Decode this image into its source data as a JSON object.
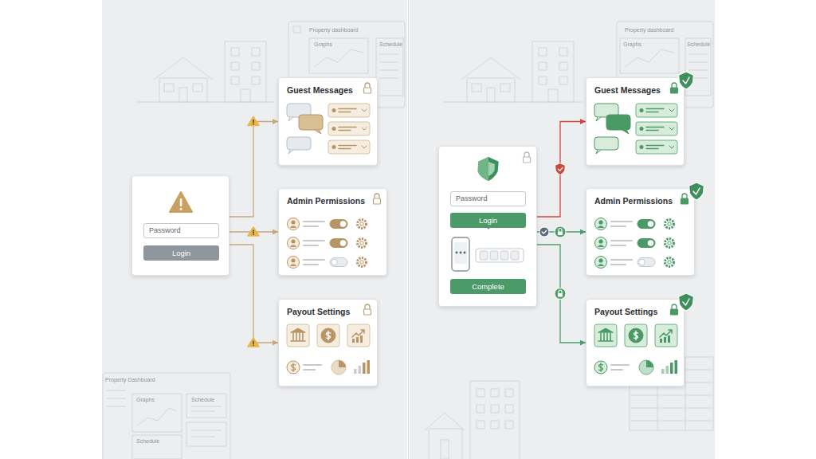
{
  "diagram": {
    "nodes": [
      {
        "text": [
          "Password",
          "Login"
        ]
      },
      {
        "text": [
          "Guest Messages"
        ]
      },
      {
        "text": [
          "Admin Permissions"
        ]
      },
      {
        "text": [
          "Payout Settings"
        ]
      },
      {
        "text": [
          "Password",
          "Login",
          "Complete"
        ]
      },
      {
        "text": [
          "Guest Messages"
        ]
      },
      {
        "text": [
          "Admin Permissions"
        ]
      },
      {
        "text": [
          "Payout Settings"
        ]
      }
    ],
    "edges": [
      {
        "from": 0,
        "to": 1,
        "arrow": "to"
      },
      {
        "from": 0,
        "to": 2,
        "arrow": "to"
      },
      {
        "from": 0,
        "to": 3,
        "arrow": "to"
      },
      {
        "from": 4,
        "to": 5,
        "arrow": "to"
      },
      {
        "from": 4,
        "to": 6,
        "arrow": "to"
      },
      {
        "from": 4,
        "to": 7,
        "arrow": "to"
      }
    ],
    "labels": [
      "Property dashboard",
      "Graphs",
      "Schedule",
      "Property Dashboard",
      "Graphs",
      "Schedule",
      "Schedule",
      "Property dashboard",
      "Graphs",
      "Schedule"
    ]
  }
}
